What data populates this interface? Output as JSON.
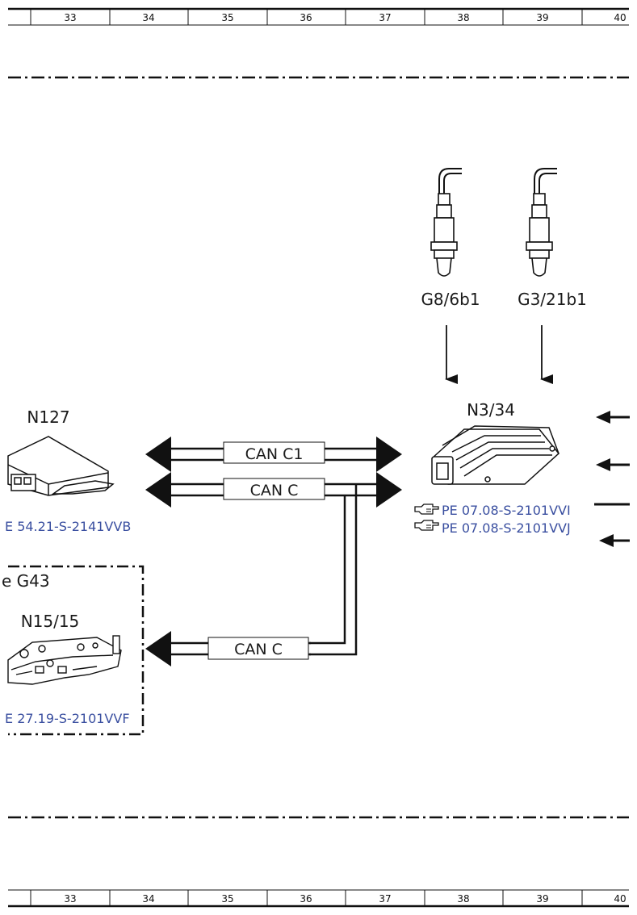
{
  "ruler": {
    "columns": [
      "33",
      "34",
      "35",
      "36",
      "37",
      "38",
      "39",
      "40"
    ]
  },
  "components": {
    "sensor_left": {
      "code": "G8/6b1"
    },
    "sensor_right": {
      "code": "G3/21b1"
    },
    "ecu_engine": {
      "code": "N3/34",
      "refs": [
        "PE 07.08-S-2101VVI",
        "PE 07.08-S-2101VVJ"
      ]
    },
    "module_left": {
      "code": "N127",
      "ref": "E 54.21-S-2141VVB"
    },
    "group_box": {
      "title": "e G43"
    },
    "transmission_ctrl": {
      "code": "N15/15",
      "ref": "E 27.19-S-2101VVF"
    }
  },
  "buses": {
    "bus1": "CAN C1",
    "bus2": "CAN C",
    "bus3": "CAN C"
  },
  "icons": {
    "reference": "pointing-hand-icon"
  }
}
